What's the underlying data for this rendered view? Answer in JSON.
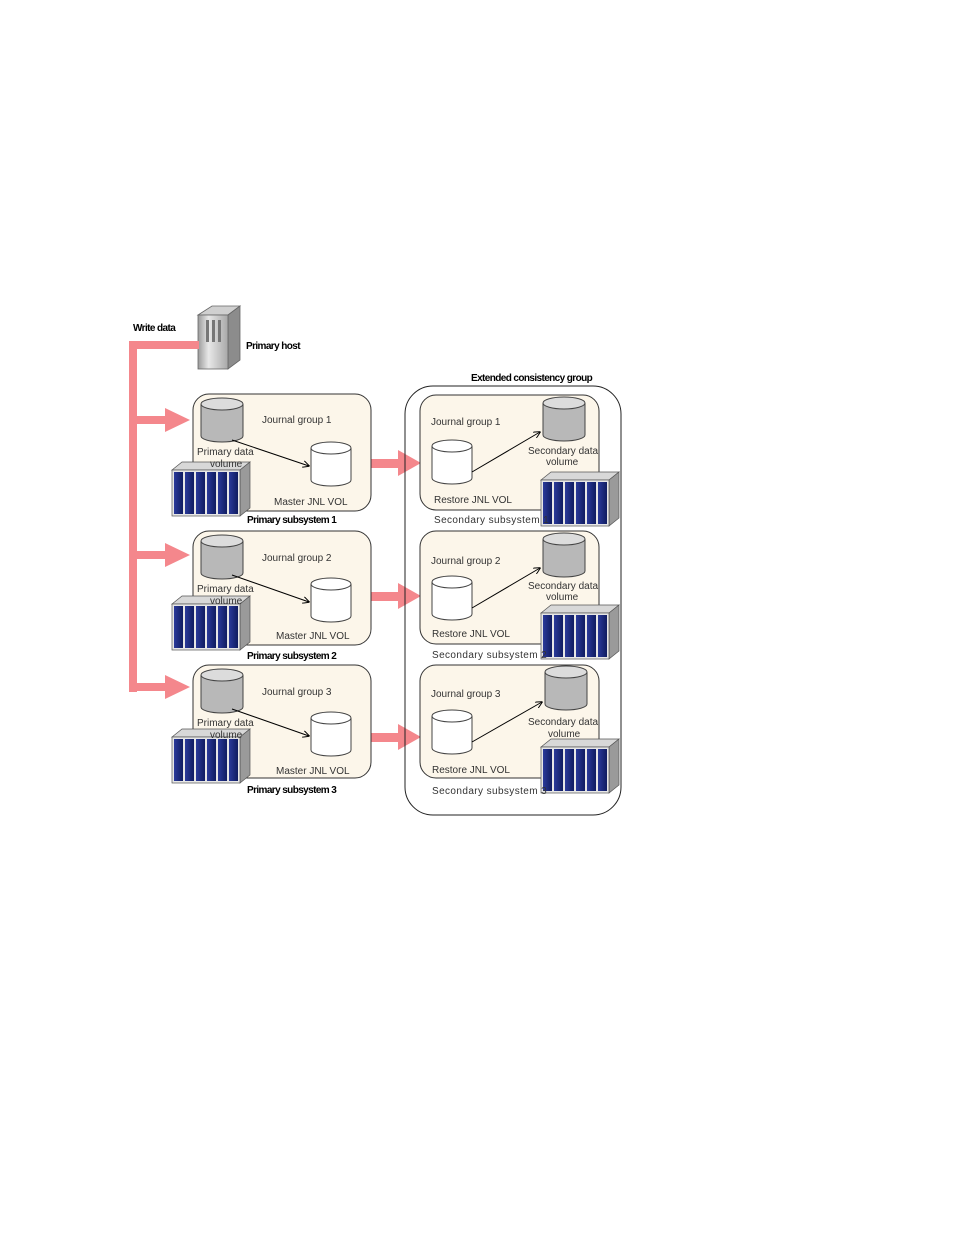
{
  "labels": {
    "write_data": "Write data",
    "primary_host": "Primary host",
    "ecg": "Extended consistency group"
  },
  "primary_subsystems": [
    {
      "journal_group": "Journal group 1",
      "data_line1": "Primary data",
      "data_line2": "volume",
      "jnl": "Master JNL VOL",
      "name": "Primary subsystem 1"
    },
    {
      "journal_group": "Journal group 2",
      "data_line1": "Primary data",
      "data_line2": "volume",
      "jnl": "Master JNL VOL",
      "name": "Primary subsystem 2"
    },
    {
      "journal_group": "Journal group 3",
      "data_line1": "Primary data",
      "data_line2": "volume",
      "jnl": "Master JNL VOL",
      "name": "Primary subsystem 3"
    }
  ],
  "secondary_subsystems": [
    {
      "journal_group": "Journal group 1",
      "data_line1": "Secondary data",
      "data_line2": "volume",
      "jnl": "Restore JNL VOL",
      "name": "Secondary subsystem 1"
    },
    {
      "journal_group": "Journal group 2",
      "data_line1": "Secondary data",
      "data_line2": "volume",
      "jnl": "Restore JNL VOL",
      "name": "Secondary subsystem 2"
    },
    {
      "journal_group": "Journal group 3",
      "data_line1": "Secondary data",
      "data_line2": "volume",
      "jnl": "Restore JNL VOL",
      "name": "Secondary subsystem 3"
    }
  ],
  "colors": {
    "flow_arrow": "#f4878c",
    "group_fill": "#fcf6ea",
    "cabinet_blue": "#1c2c8c",
    "cylinder_gray": "#b8b8b8"
  }
}
